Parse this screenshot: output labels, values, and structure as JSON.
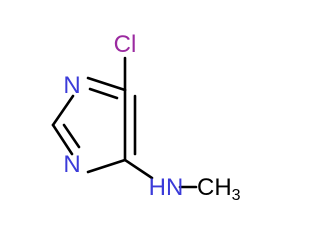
{
  "molecule": {
    "atoms": {
      "cl": {
        "label": "Cl",
        "color": "#9b2aa0"
      },
      "n1": {
        "label": "N",
        "color": "#3b3bd9"
      },
      "n3": {
        "label": "N",
        "color": "#3b3bd9"
      },
      "nh": {
        "label": "HN",
        "color": "#3b3bd9"
      },
      "ch3": {
        "label": "CH",
        "subscript": "3",
        "color": "#000000"
      }
    },
    "bond_color": "#000000",
    "background": "#ffffff"
  }
}
